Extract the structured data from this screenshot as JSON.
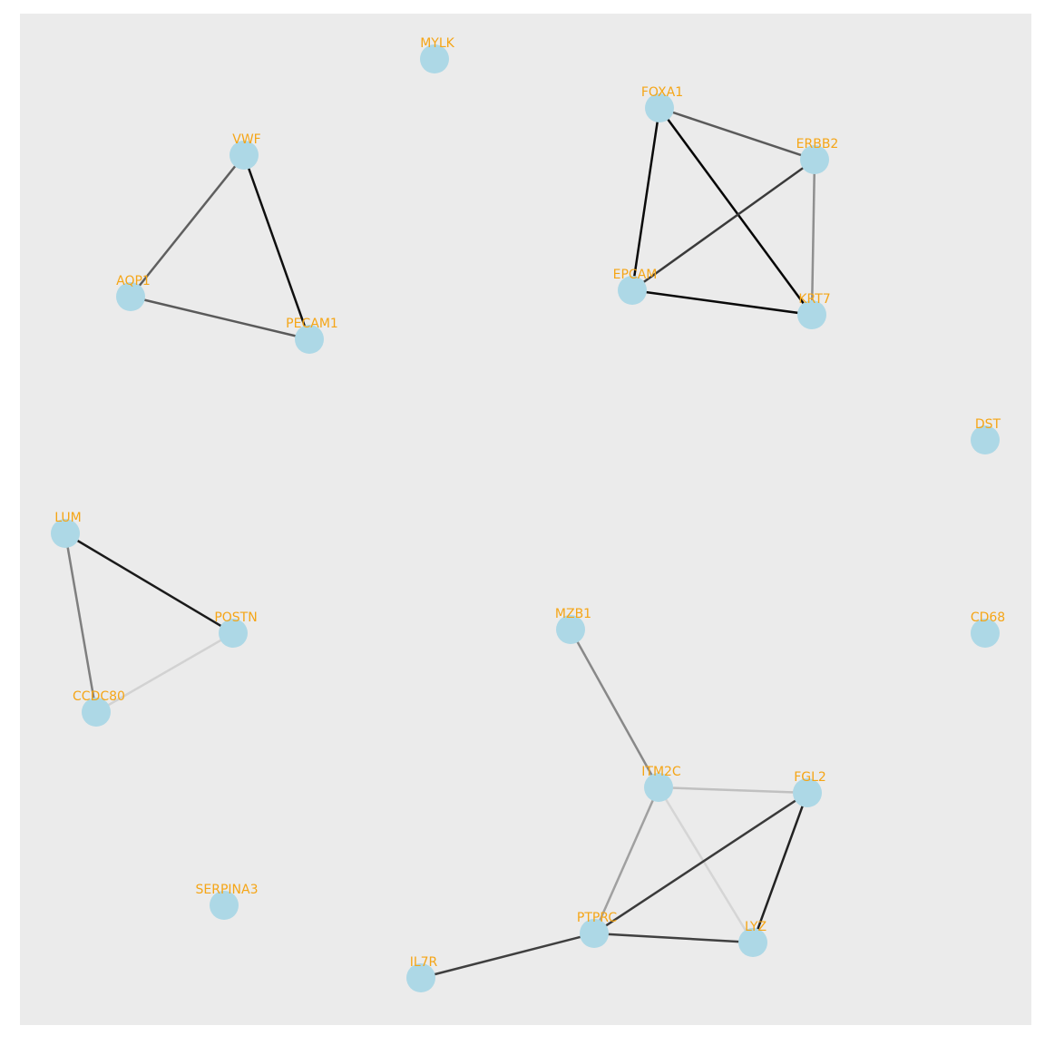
{
  "colors": {
    "panel_bg": "#ebebeb",
    "node_fill": "#add8e6",
    "label": "#f5a516"
  },
  "nodes": [
    {
      "id": "MYLK",
      "label": "MYLK"
    },
    {
      "id": "FOXA1",
      "label": "FOXA1"
    },
    {
      "id": "ERBB2",
      "label": "ERBB2"
    },
    {
      "id": "EPCAM",
      "label": "EPCAM"
    },
    {
      "id": "KRT7",
      "label": "KRT7"
    },
    {
      "id": "VWF",
      "label": "VWF"
    },
    {
      "id": "AQP1",
      "label": "AQP1"
    },
    {
      "id": "PECAM1",
      "label": "PECAM1"
    },
    {
      "id": "DST",
      "label": "DST"
    },
    {
      "id": "LUM",
      "label": "LUM"
    },
    {
      "id": "POSTN",
      "label": "POSTN"
    },
    {
      "id": "CCDC80",
      "label": "CCDC80"
    },
    {
      "id": "MZB1",
      "label": "MZB1"
    },
    {
      "id": "CD68",
      "label": "CD68"
    },
    {
      "id": "ITM2C",
      "label": "ITM2C"
    },
    {
      "id": "FGL2",
      "label": "FGL2"
    },
    {
      "id": "SERPINA3",
      "label": "SERPINA3"
    },
    {
      "id": "PTPRC",
      "label": "PTPRC"
    },
    {
      "id": "LYZ",
      "label": "LYZ"
    },
    {
      "id": "IL7R",
      "label": "IL7R"
    }
  ],
  "edges": [
    {
      "source": "FOXA1",
      "target": "ERBB2",
      "color": "#5a5a5a"
    },
    {
      "source": "FOXA1",
      "target": "EPCAM",
      "color": "#0a0a0a"
    },
    {
      "source": "FOXA1",
      "target": "KRT7",
      "color": "#050505"
    },
    {
      "source": "ERBB2",
      "target": "EPCAM",
      "color": "#3a3a3a"
    },
    {
      "source": "ERBB2",
      "target": "KRT7",
      "color": "#8f8f8f"
    },
    {
      "source": "EPCAM",
      "target": "KRT7",
      "color": "#0a0a0a"
    },
    {
      "source": "VWF",
      "target": "AQP1",
      "color": "#5f5f5f"
    },
    {
      "source": "VWF",
      "target": "PECAM1",
      "color": "#0f0f0f"
    },
    {
      "source": "AQP1",
      "target": "PECAM1",
      "color": "#5a5a5a"
    },
    {
      "source": "LUM",
      "target": "POSTN",
      "color": "#1a1a1a"
    },
    {
      "source": "LUM",
      "target": "CCDC80",
      "color": "#7f7f7f"
    },
    {
      "source": "POSTN",
      "target": "CCDC80",
      "color": "#d2d2d2"
    },
    {
      "source": "MZB1",
      "target": "ITM2C",
      "color": "#888888"
    },
    {
      "source": "ITM2C",
      "target": "FGL2",
      "color": "#c0c0c0"
    },
    {
      "source": "ITM2C",
      "target": "PTPRC",
      "color": "#a0a0a0"
    },
    {
      "source": "ITM2C",
      "target": "LYZ",
      "color": "#d5d5d5"
    },
    {
      "source": "FGL2",
      "target": "PTPRC",
      "color": "#3a3a3a"
    },
    {
      "source": "FGL2",
      "target": "LYZ",
      "color": "#222222"
    },
    {
      "source": "PTPRC",
      "target": "LYZ",
      "color": "#404040"
    },
    {
      "source": "PTPRC",
      "target": "IL7R",
      "color": "#3f3f3f"
    }
  ]
}
